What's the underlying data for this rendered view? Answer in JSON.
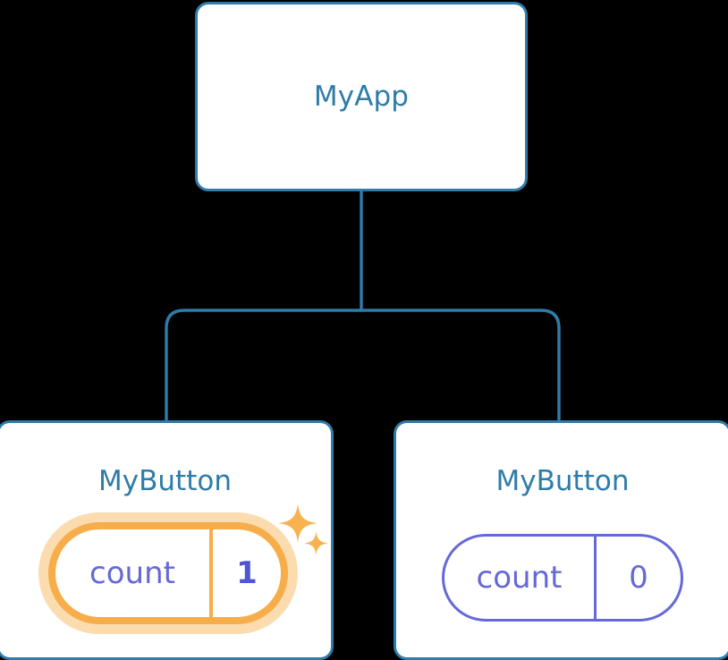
{
  "diagram": {
    "title": "react-component-tree-state",
    "background_color": "#000000",
    "node_border_color": "#2E7CA9",
    "node_text_color": "#2E7CA9",
    "connector_color": "#2E7CA9",
    "state_color": "#6569D6",
    "highlight_color": "#F6AD4A",
    "highlight_glow_color": "#FBDCAF"
  },
  "root": {
    "label": "MyApp"
  },
  "children": [
    {
      "label": "MyButton",
      "highlighted": true,
      "state": {
        "key": "count",
        "value": "1"
      },
      "sparkles": [
        {
          "name": "sparkle-large"
        },
        {
          "name": "sparkle-small"
        }
      ]
    },
    {
      "label": "MyButton",
      "highlighted": false,
      "state": {
        "key": "count",
        "value": "0"
      }
    }
  ]
}
